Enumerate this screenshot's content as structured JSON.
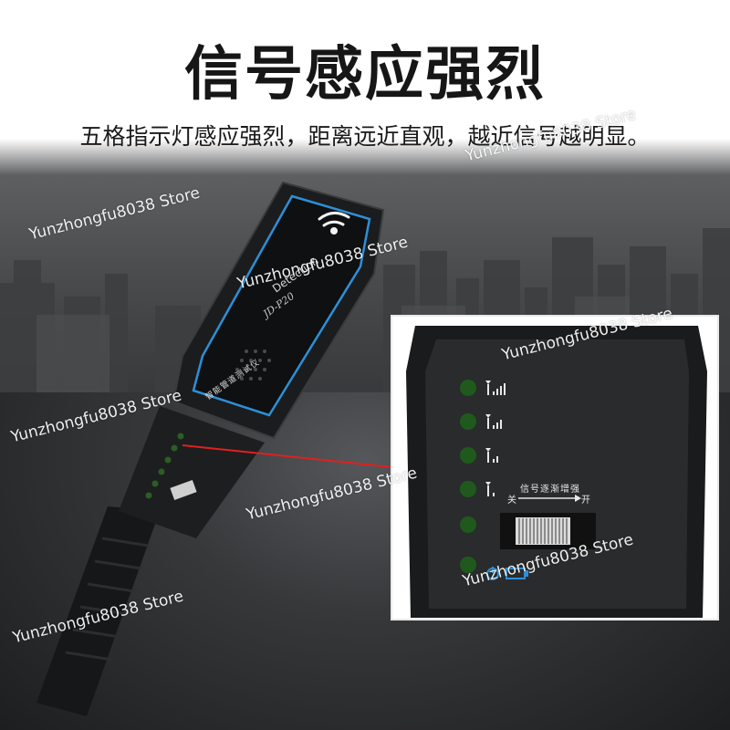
{
  "headline": "信号感应强烈",
  "subline": "五格指示灯感应强烈，距离远近直观，越近信号越明显。",
  "device": {
    "detection_label": "Detection",
    "model_label": "JD-P20",
    "chinese_label": "智能管道测试仪",
    "signal_text": "信号逐渐增强",
    "switch_off": "关",
    "switch_on": "开",
    "indicator_count": 5
  },
  "watermark": "Yunzhongfu8038 Store",
  "colors": {
    "headline": "#161616",
    "device_body": "#1b1c1e",
    "accent_blue": "#2e8fd6",
    "led_green": "#1f5a1c",
    "laser_red": "#e02020",
    "panel_bg": "#2a2b2d"
  },
  "icons": [
    "wifi-icon",
    "speaker-grille-icon",
    "signal-bars-icon",
    "battery-icon",
    "power-icon"
  ]
}
